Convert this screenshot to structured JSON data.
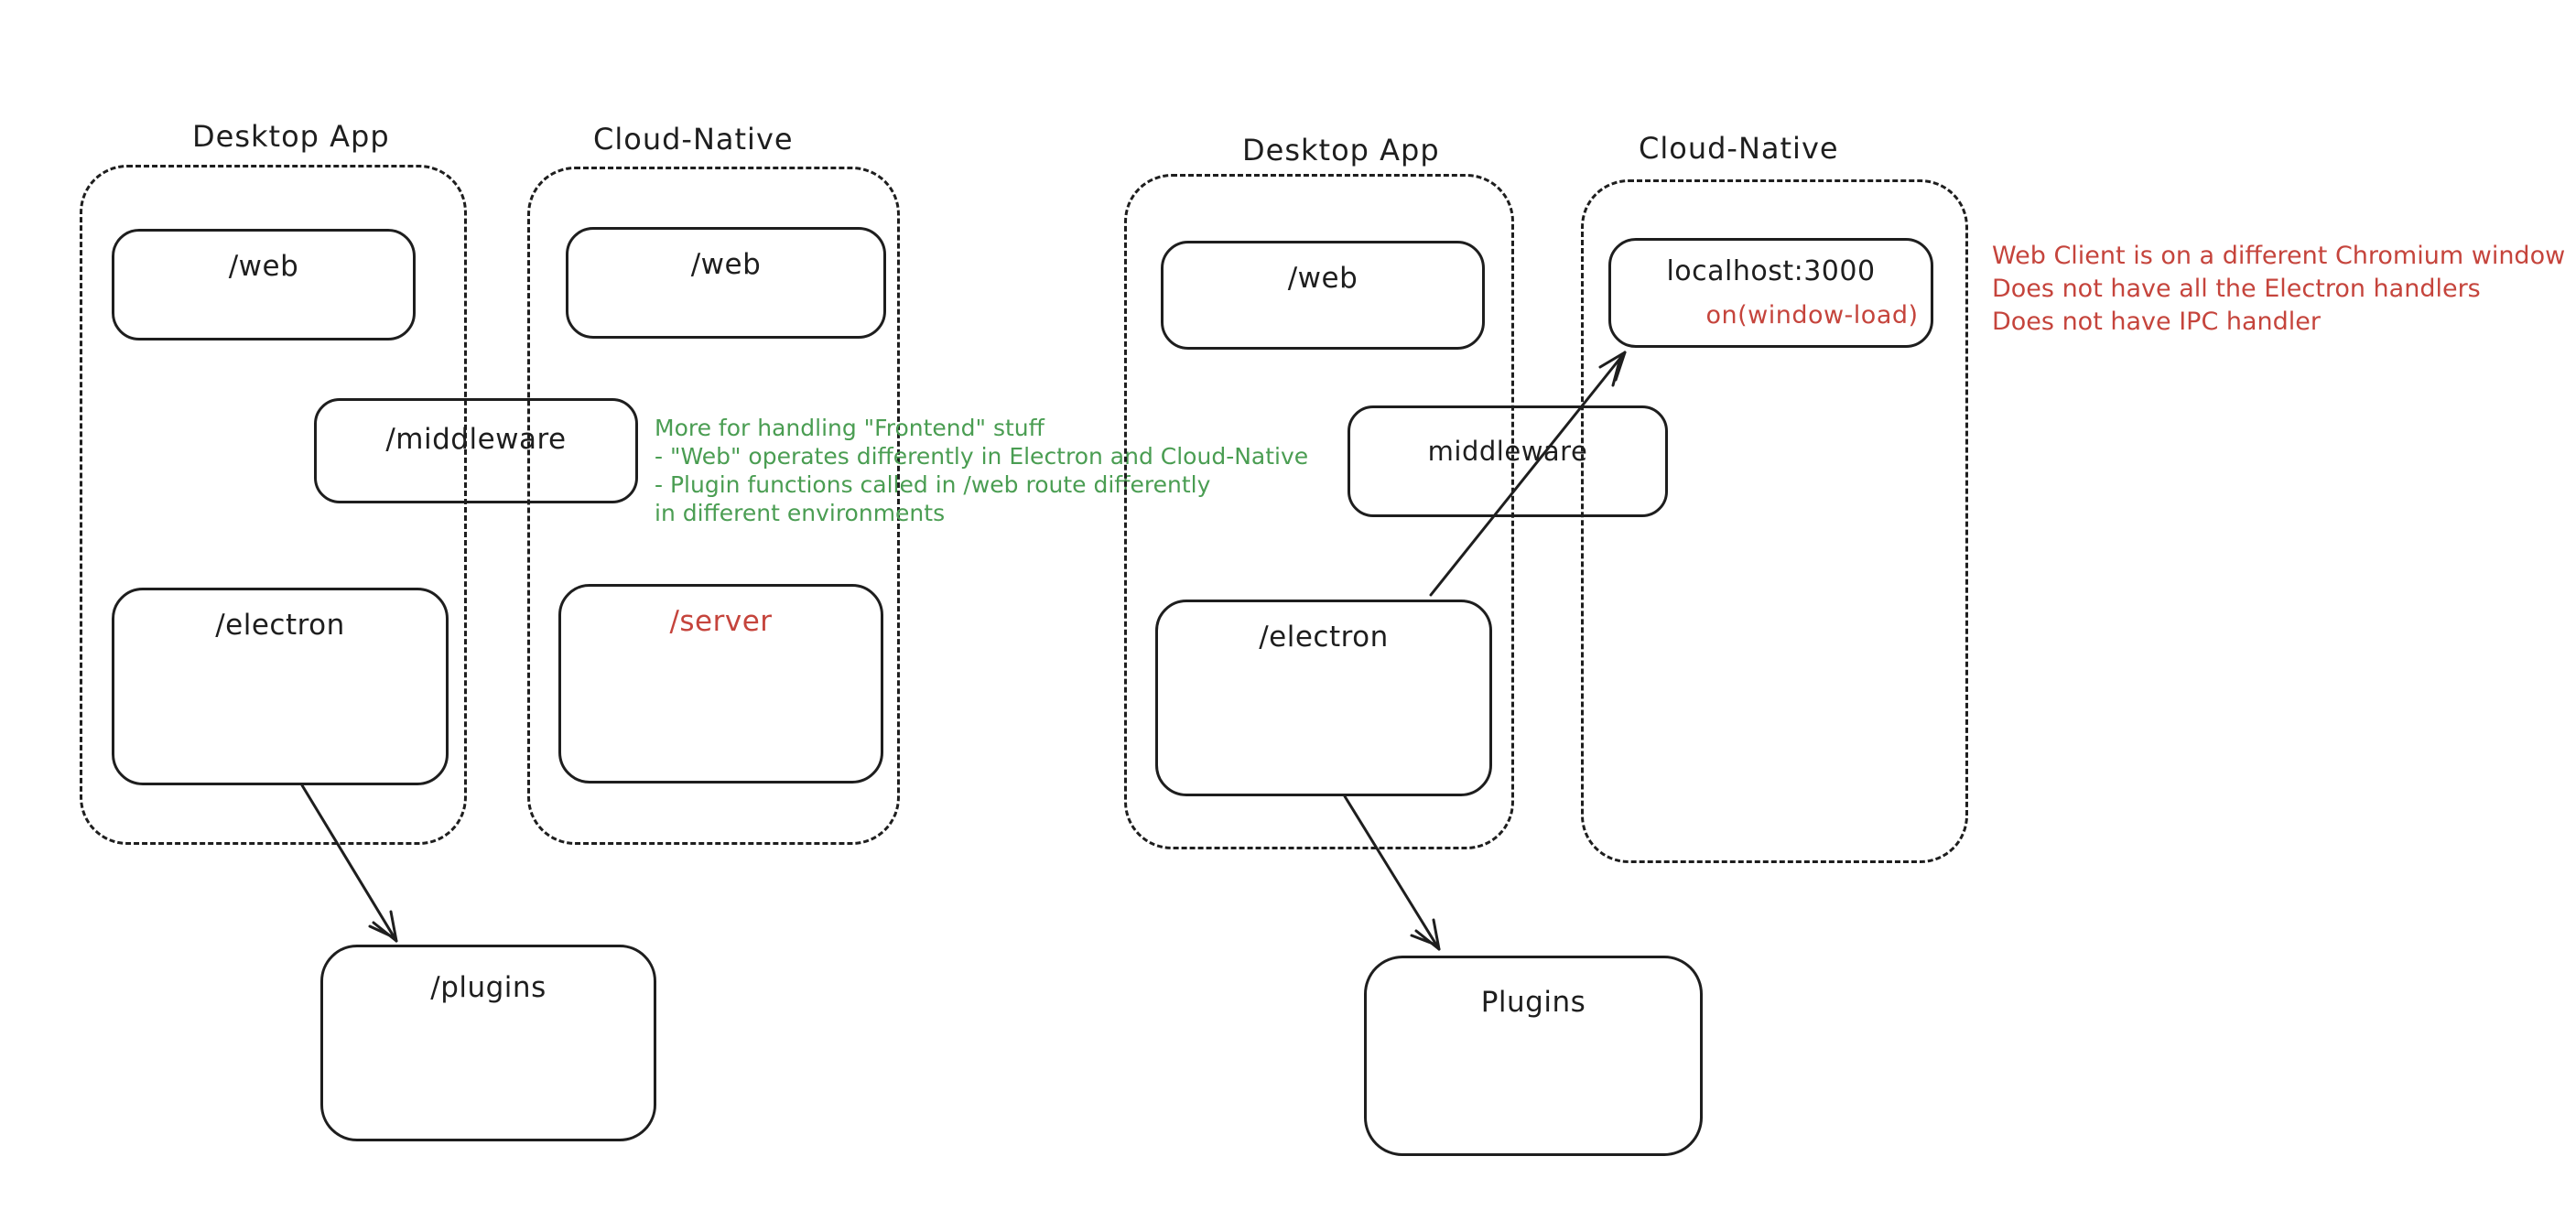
{
  "colors": {
    "ink": "#1e1e1e",
    "green": "#4a9d52",
    "red": "#c5443c"
  },
  "left": {
    "desktop_title": "Desktop App",
    "cloud_title": "Cloud-Native",
    "web_desktop": "/web",
    "web_cloud": "/web",
    "middleware": "/middleware",
    "electron": "/electron",
    "server": "/server",
    "plugins": "/plugins",
    "note": [
      "More for handling \"Frontend\" stuff",
      "- \"Web\" operates differently in Electron and Cloud-Native",
      "- Plugin functions called in /web route differently",
      "in different environments"
    ]
  },
  "right": {
    "desktop_title": "Desktop App",
    "cloud_title": "Cloud-Native",
    "web": "/web",
    "localhost": "localhost:3000",
    "on_window_load": "on(window-load)",
    "middleware": "middleware",
    "electron": "/electron",
    "plugins": "Plugins",
    "note": [
      "Web Client is on a different Chromium window",
      "Does not have all the Electron handlers",
      "Does not have IPC handler"
    ]
  }
}
